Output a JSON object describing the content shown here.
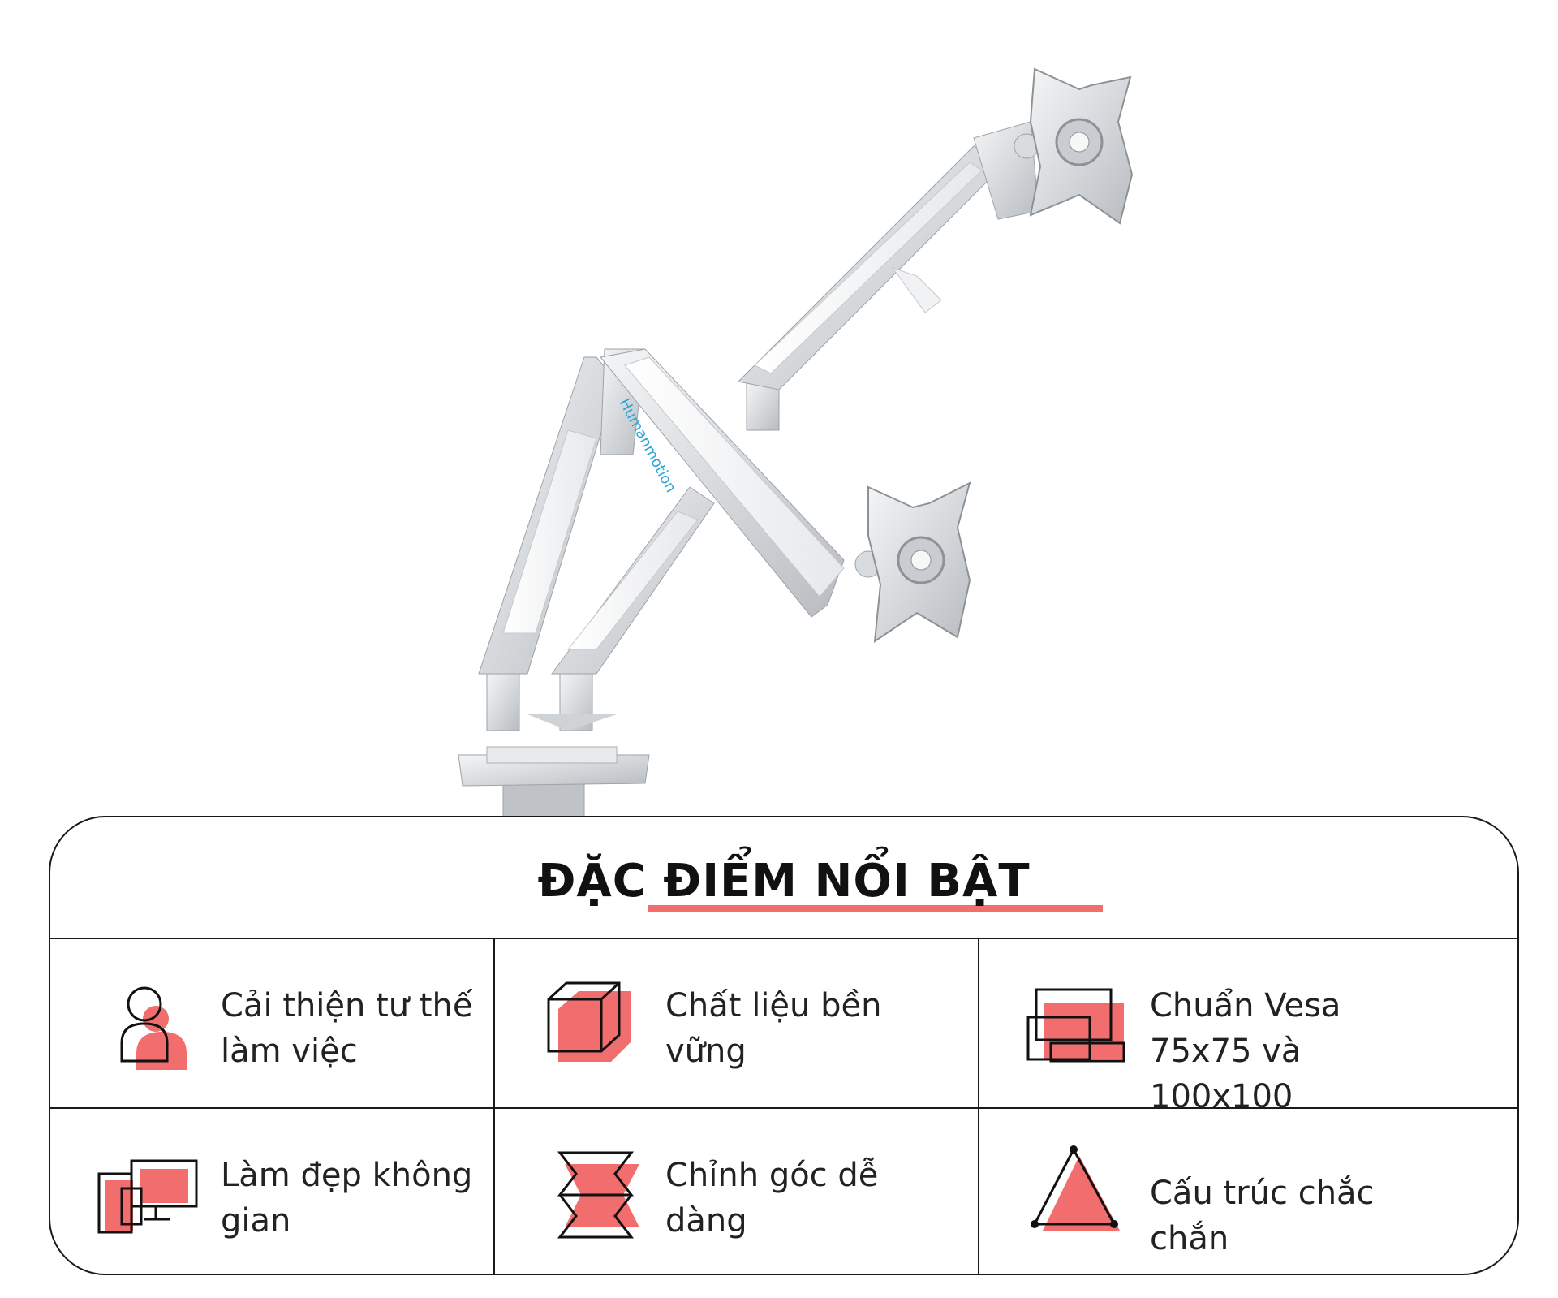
{
  "product": {
    "brand_text": "Humanmotion"
  },
  "features": {
    "title": "ĐẶC ĐIỂM NỔI BẬT",
    "accent_color": "#f26d6d",
    "items": [
      {
        "icon": "posture-person-icon",
        "label": "Cải thiện tư thế\nlàm việc"
      },
      {
        "icon": "cube-icon",
        "label": "Chất liệu bền\n vững"
      },
      {
        "icon": "vesa-screens-icon",
        "label": "Chuẩn Vesa\n75x75 và 100x100"
      },
      {
        "icon": "devices-space-icon",
        "label": "Làm đẹp không\ngian"
      },
      {
        "icon": "adjust-angle-icon",
        "label": "Chỉnh góc dễ\ndàng"
      },
      {
        "icon": "triangle-structure-icon",
        "label": "Cấu trúc chắc chắn"
      }
    ]
  }
}
